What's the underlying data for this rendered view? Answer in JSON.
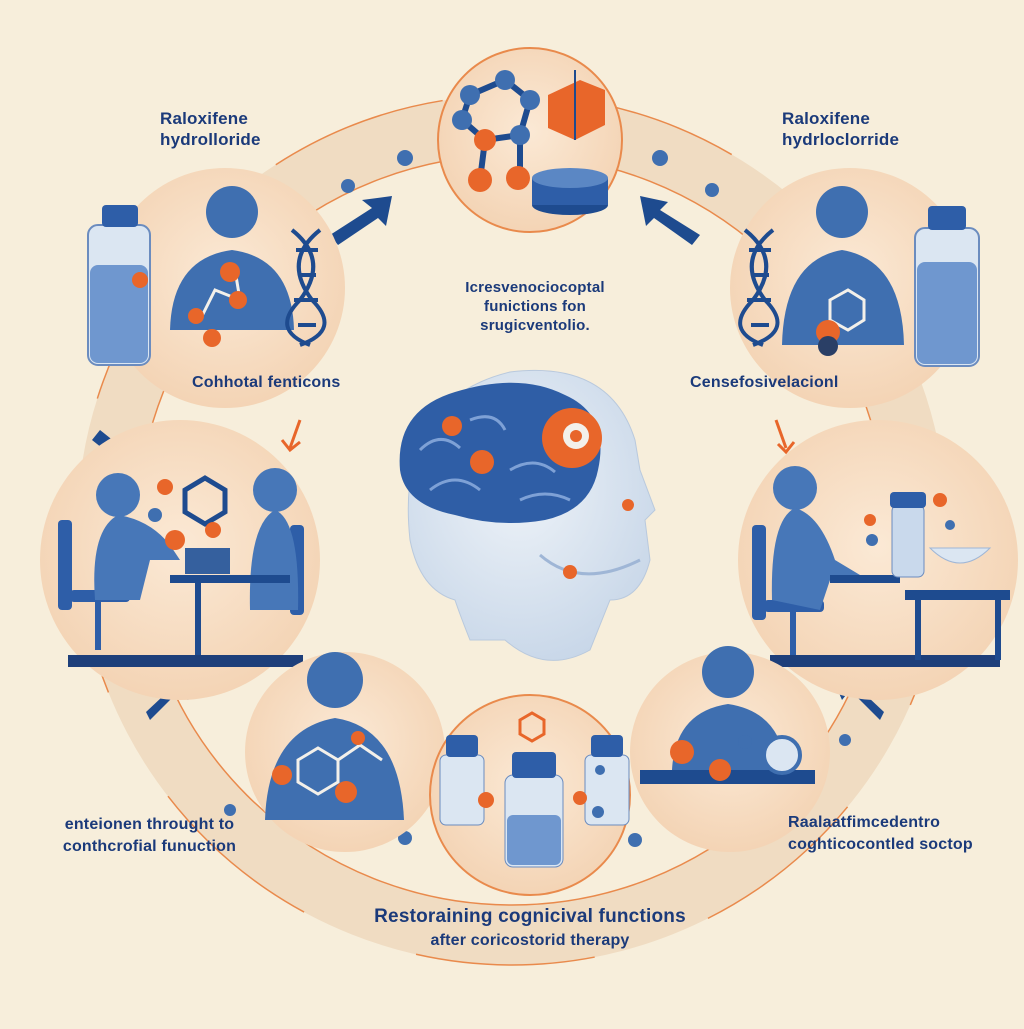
{
  "labels": {
    "top_left": [
      "Raloxifene",
      "hydrolloride"
    ],
    "top_right": [
      "Raloxifene",
      "hydrloclorride"
    ],
    "center": [
      "Icresvenociocoptal",
      "funictions fon",
      "srugicventolio."
    ],
    "mid_left": "Cohhotal fenticons",
    "mid_right": "Censefosivelacionl",
    "bottom_left": [
      "enteionen throught to",
      "conthcrofial funuction"
    ],
    "bottom_right": [
      "Raalaatfimcedentro",
      "coghticocontled soctop"
    ],
    "bottom_center": [
      "Restoraining cognicival functions",
      "after coricostorid therapy"
    ]
  },
  "colors": {
    "background": "#f7eedb",
    "figure_blue": "#3f6fb0",
    "dark_blue": "#1b3a7a",
    "accent_orange": "#e8662a",
    "circle_fill": "#f6dcc2",
    "ring": "#efd9bd"
  },
  "icons": [
    "molecule-icon",
    "dna-helix-icon",
    "medicine-bottle-icon",
    "person-figure-icon",
    "brain-icon",
    "arrow-icon",
    "desk-icon",
    "chair-icon"
  ]
}
